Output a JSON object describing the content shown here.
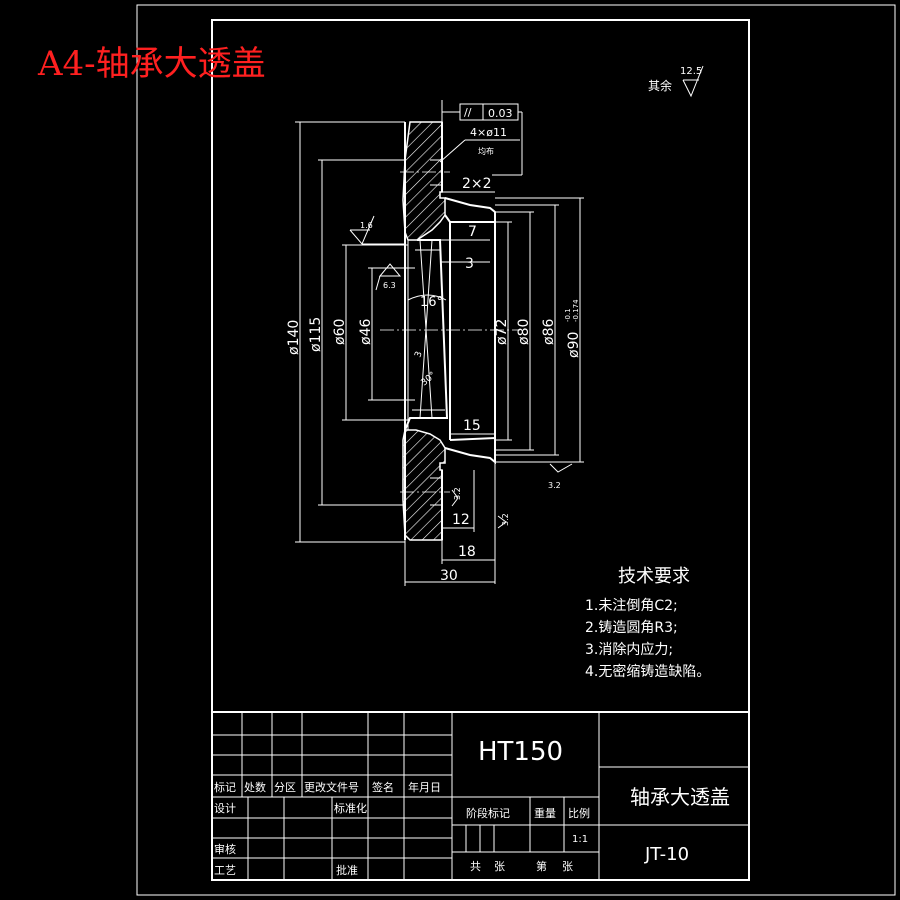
{
  "header": {
    "title": "A4-轴承大透盖"
  },
  "colors": {
    "title": "#ff2020",
    "lines": "#ffffff",
    "background": "#000000"
  },
  "roughness": {
    "general_label": "其余",
    "general_value": "12.5",
    "r16": "1.6",
    "r63": "6.3",
    "r32": "3.2"
  },
  "tolerance": {
    "symbol": "//",
    "value": "0.03"
  },
  "holes": {
    "count_dia": "4×ø11",
    "note": "均布"
  },
  "dims": {
    "d140": "ø140",
    "d115": "ø115",
    "d60": "ø60",
    "d46": "ø46",
    "d72": "ø72",
    "d80": "ø80",
    "d86": "ø86",
    "d90": "ø90",
    "d90_tol_upper": "-0.1",
    "d90_tol_lower": "-0.174",
    "chamfer": "2×2",
    "l7": "7",
    "l3": "3",
    "angle": "16°",
    "r3": "3",
    "a30": "30°",
    "l15": "15",
    "l12": "12",
    "l18": "18",
    "l30": "30"
  },
  "tech": {
    "title": "技术要求",
    "items": [
      "1.未注倒角C2;",
      "2.铸造圆角R3;",
      "3.消除内应力;",
      "4.无密缩铸造缺陷。"
    ]
  },
  "titleblock": {
    "material": "HT150",
    "part_name": "轴承大透盖",
    "drawing_no": "JT-10",
    "scale": "1:1",
    "headers": [
      "标记",
      "处数",
      "分区",
      "更改文件号",
      "签名",
      "年月日"
    ],
    "design": "设计",
    "standardize": "标准化",
    "review": "审核",
    "process": "工艺",
    "approve": "批准",
    "stage_mark": "阶段标记",
    "weight": "重量",
    "ratio": "比例",
    "total": "共",
    "sheets": "张",
    "sheet_no": "第",
    "sheet": "张"
  }
}
